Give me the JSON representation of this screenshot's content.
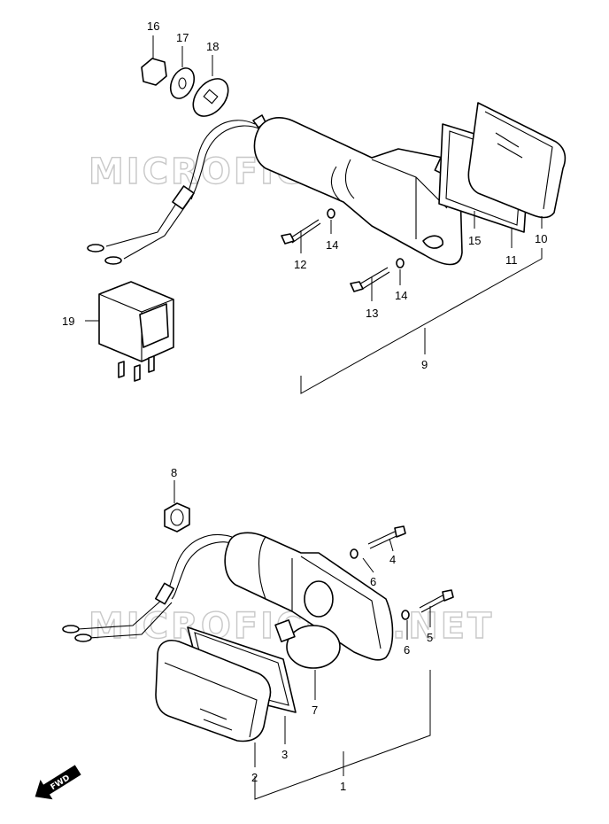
{
  "watermark": {
    "text_upper": "MICROFICHES.NET",
    "text_lower": "MICROFICHES.NET"
  },
  "direction_badge": {
    "label": "FWD"
  },
  "callouts": {
    "c16": "16",
    "c17": "17",
    "c18": "18",
    "c12": "12",
    "c14a": "14",
    "c13": "13",
    "c14b": "14",
    "c15": "15",
    "c11": "11",
    "c10": "10",
    "c9": "9",
    "c19": "19",
    "c8": "8",
    "c4": "4",
    "c6a": "6",
    "c6b": "6",
    "c5": "5",
    "c7": "7",
    "c3": "3",
    "c2": "2",
    "c1": "1"
  }
}
